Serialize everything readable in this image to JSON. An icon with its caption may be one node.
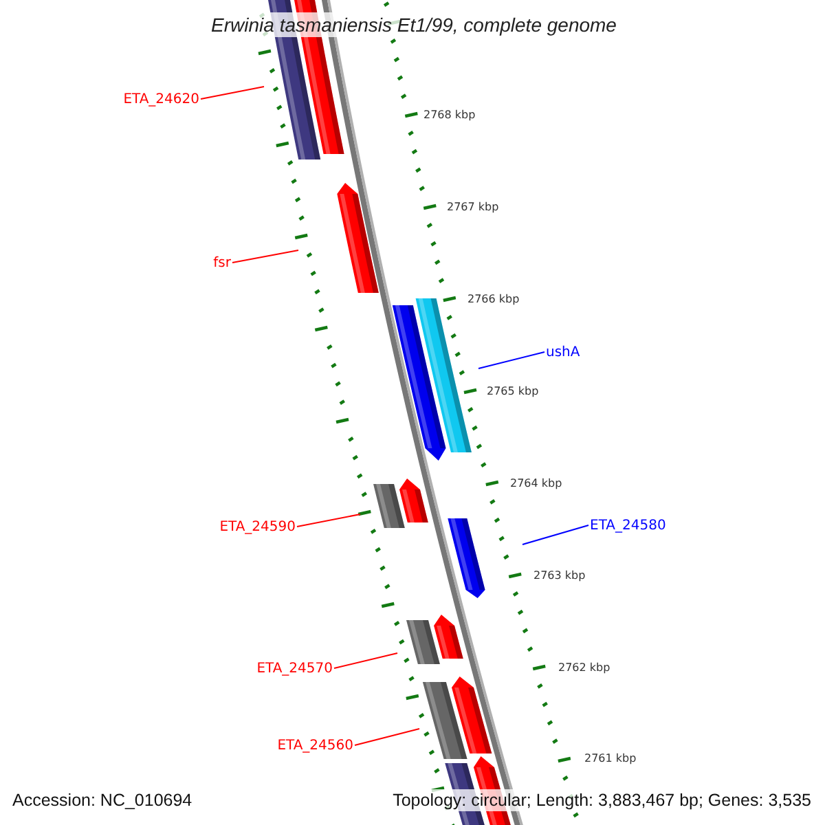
{
  "diagram": {
    "title": "Erwinia tasmaniensis Et1/99, complete genome",
    "nodes": [
      {
        "text": [
          "ETA_24620"
        ]
      },
      {
        "text": [
          "fsr"
        ]
      },
      {
        "text": [
          "ushA"
        ]
      },
      {
        "text": [
          "ETA_24590"
        ]
      },
      {
        "text": [
          "ETA_24580"
        ]
      },
      {
        "text": [
          "ETA_24570"
        ]
      },
      {
        "text": [
          "ETA_24560"
        ]
      }
    ],
    "edges": [
      {
        "from": 0,
        "to": null,
        "arrow": "none"
      },
      {
        "from": 1,
        "to": null,
        "arrow": "none"
      },
      {
        "from": 2,
        "to": null,
        "arrow": "none",
        "color": "#0000ff"
      },
      {
        "from": 3,
        "to": null,
        "arrow": "none"
      },
      {
        "from": 4,
        "to": null,
        "arrow": "none",
        "color": "#0000ff"
      },
      {
        "from": 5,
        "to": null,
        "arrow": "none"
      },
      {
        "from": 6,
        "to": null,
        "arrow": "none"
      }
    ],
    "labels": [
      "2768 kbp",
      "2767 kbp",
      "2766 kbp",
      "2765 kbp",
      "2764 kbp",
      "2763 kbp",
      "2762 kbp",
      "2761 kbp",
      "Accession: NC_010694",
      "Topology: circular; Length: 3,883,467 bp; Genes: 3,535"
    ]
  }
}
